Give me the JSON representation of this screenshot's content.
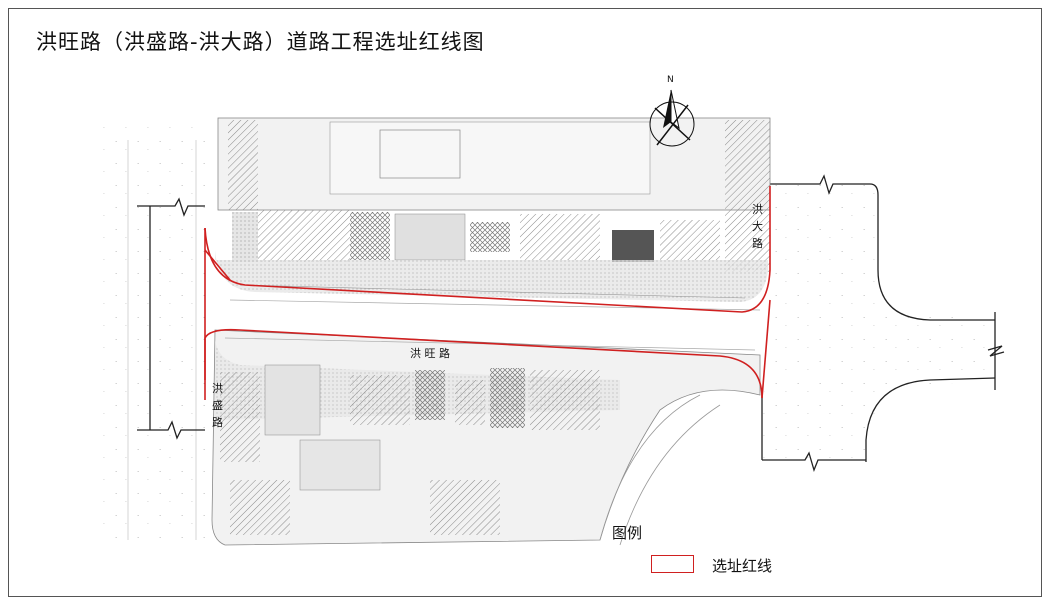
{
  "title": "洪旺路（洪盛路-洪大路）道路工程选址红线图",
  "compass": {
    "label": "N"
  },
  "roads": {
    "main": "洪 旺 路",
    "west": [
      "洪",
      "盛",
      "路"
    ],
    "east": [
      "洪",
      "大",
      "路"
    ]
  },
  "legend": {
    "title": "图例",
    "items": [
      {
        "label": "选址红线",
        "color": "#d02020"
      }
    ]
  },
  "colors": {
    "red_line": "#d02020",
    "linework": "#777777",
    "hatch": "#999999"
  }
}
